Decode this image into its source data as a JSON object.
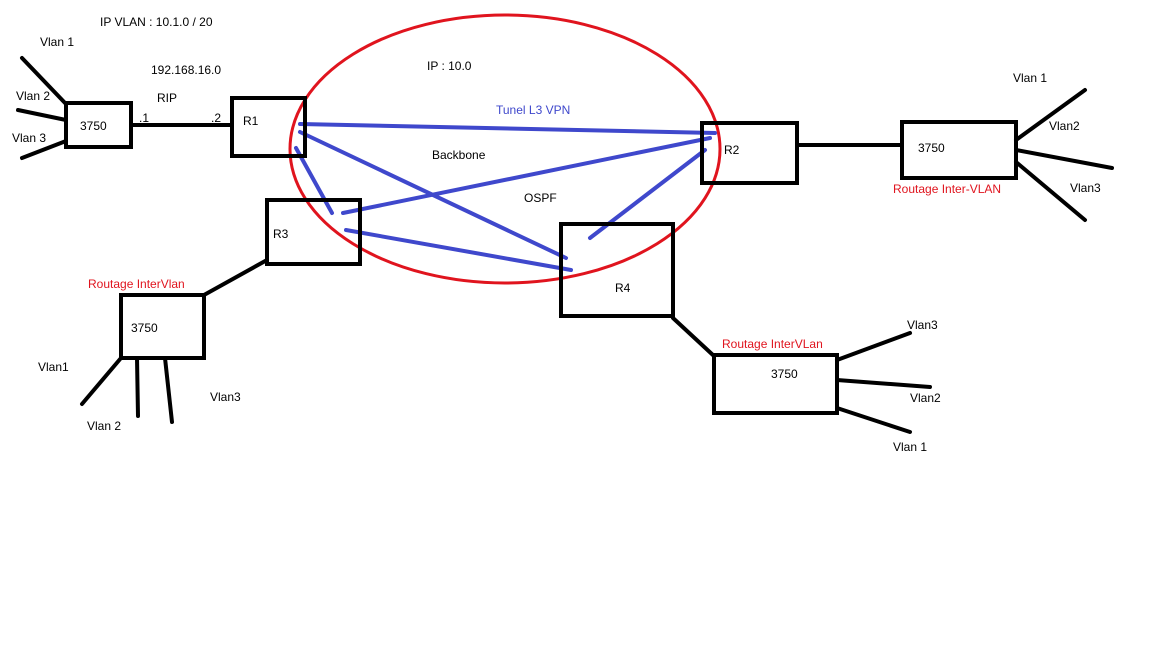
{
  "colors": {
    "line": "#000000",
    "tunnel": "#3f48cc",
    "ellipse": "#e0141e",
    "red_text": "#e0141e",
    "blue_text": "#3f48cc"
  },
  "top_left": {
    "ip_vlan": "IP VLAN : 10.1.0 / 20",
    "subnet": "192.168.16.0",
    "protocol": "RIP",
    "switch_side": ".1",
    "router_side": ".2"
  },
  "backbone": {
    "ip": "IP : 10.0",
    "tunnel": "Tunel L3 VPN",
    "name": "Backbone",
    "protocol": "OSPF"
  },
  "routers": {
    "r1": "R1",
    "r2": "R2",
    "r3": "R3",
    "r4": "R4"
  },
  "switches": {
    "sw1": {
      "model": "3750",
      "vlans": [
        "Vlan 1",
        "Vlan 2",
        "Vlan 3"
      ]
    },
    "sw2": {
      "model": "3750",
      "caption": "Routage Inter-VLAN",
      "vlans": [
        "Vlan 1",
        "Vlan2",
        "Vlan3"
      ]
    },
    "sw3": {
      "model": "3750",
      "caption": "Routage InterVlan",
      "vlans": [
        "Vlan1",
        "Vlan 2",
        "Vlan3"
      ]
    },
    "sw4": {
      "model": "3750",
      "caption": "Routage InterVLan",
      "vlans": [
        "Vlan3",
        "Vlan2",
        "Vlan 1"
      ]
    }
  }
}
